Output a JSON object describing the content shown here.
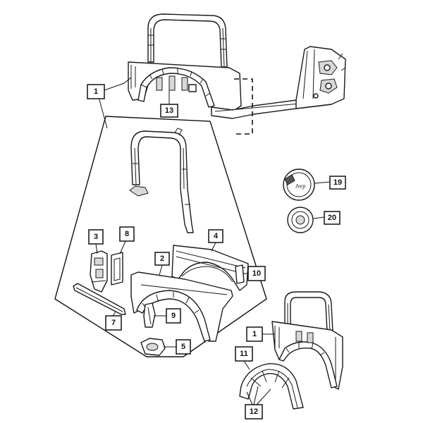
{
  "callouts": {
    "c1_top": "1",
    "c13": "13",
    "c19": "19",
    "c20": "20",
    "c3": "3",
    "c8": "8",
    "c4": "4",
    "c2": "2",
    "c10": "10",
    "c9": "9",
    "c7": "7",
    "c5": "5",
    "c1_bottom": "1",
    "c11": "11",
    "c12": "12"
  },
  "emblem": {
    "text": "Jeep"
  }
}
